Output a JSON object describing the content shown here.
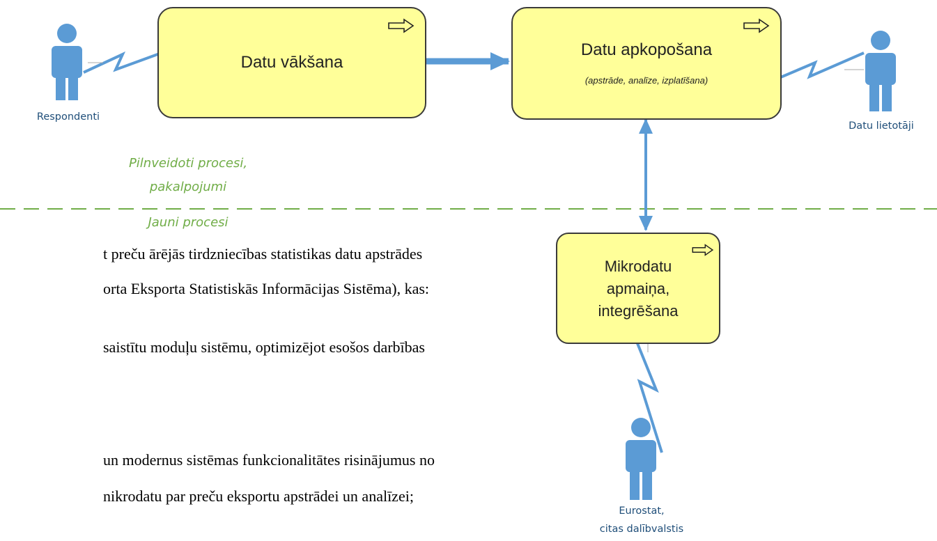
{
  "boxes": {
    "collect": {
      "title": "Datu vākšana"
    },
    "compile": {
      "title": "Datu apkopošana",
      "subtitle": "(apstrāde, analīze, izplatīšana)"
    },
    "micro": {
      "title_lines": [
        "Mikrodatu",
        "apmaiņa,",
        "integrēšana"
      ]
    }
  },
  "actors": {
    "respondents": "Respondenti",
    "users": "Datu lietotāji",
    "eurostat_line1": "Eurostat,",
    "eurostat_line2": "citas dalībvalstis"
  },
  "labels": {
    "complete_line1": "Pilnveidoti procesi,",
    "complete_line2": "pakalpojumi",
    "new_processes": "Jauni procesi"
  },
  "document_text": [
    "t preču ārējās tirdzniecības statistikas datu apstrādes",
    "orta Eksporta Statistiskās Informācijas Sistēma), kas:",
    "saistītu moduļu sistēmu, optimizējot esošos darbības",
    "un modernus sistēmas funkcionalitātes risinājumus no",
    "nikrodatu par preču eksportu apstrādei un analīzei;"
  ],
  "colors": {
    "box_fill": "#ffff99",
    "connector": "#5b9bd5",
    "actor": "#5b9bd5",
    "actor_label": "#1f4e79",
    "green": "#70ad47"
  },
  "icons": {
    "process_arrow": "right-arrow-outline-icon",
    "actor": "person-icon",
    "link": "lightning-bolt-icon"
  }
}
